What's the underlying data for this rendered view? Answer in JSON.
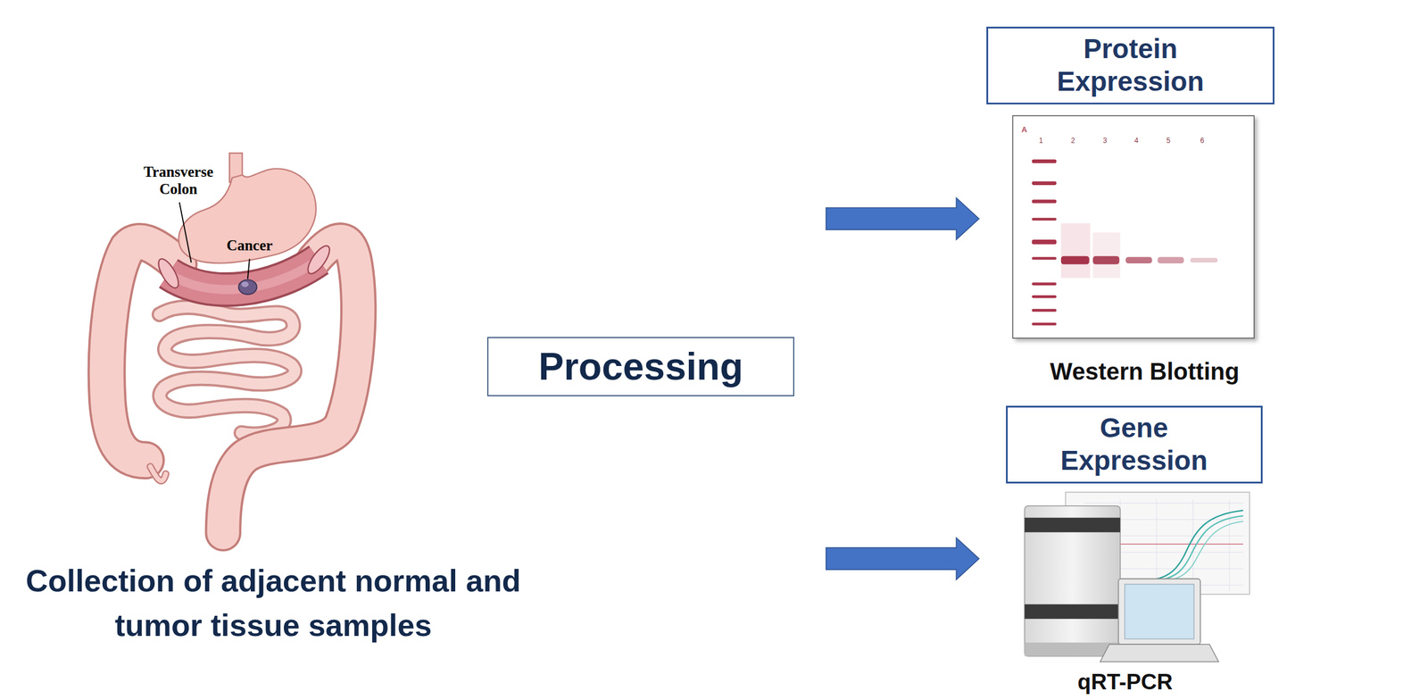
{
  "diagram": {
    "nodes": [
      {
        "text": [
          "Processing"
        ]
      },
      {
        "text": [
          "Protein Expression"
        ]
      },
      {
        "text": [
          "Gene Expression"
        ]
      }
    ],
    "labels": [
      "Transverse Colon",
      "Cancer",
      "A",
      "1",
      "2",
      "3",
      "4",
      "5",
      "6",
      "Western Blotting",
      "qRT-PCR",
      "Collection of adjacent normal and tumor tissue samples"
    ]
  }
}
